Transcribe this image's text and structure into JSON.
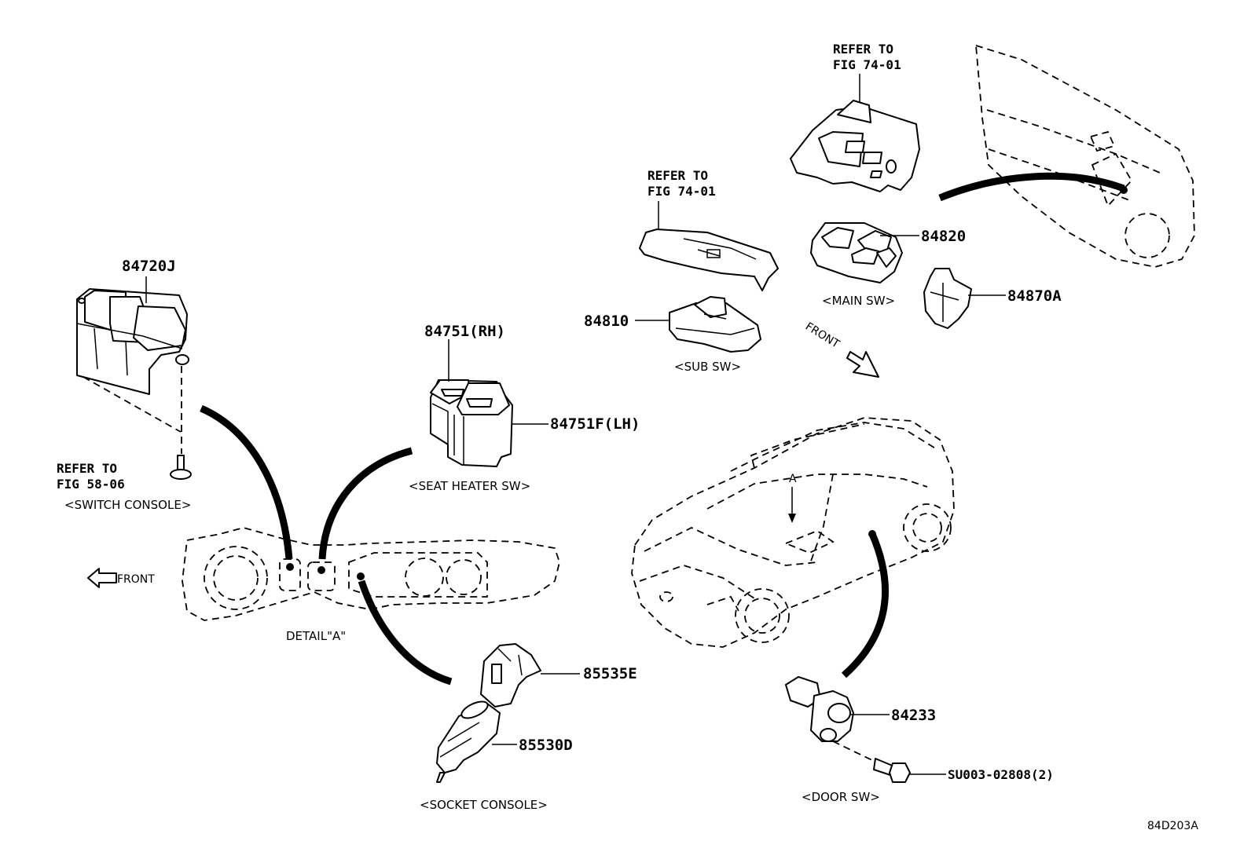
{
  "parts": {
    "p84720J": "84720J",
    "p84751RH": "84751(RH)",
    "p84751FLH": "84751F(LH)",
    "p84810": "84810",
    "p84820": "84820",
    "p84870A": "84870A",
    "p85535E": "85535E",
    "p85530D": "85530D",
    "p84233": "84233",
    "pSU003": "SU003-02808(2)"
  },
  "refs": {
    "r1_line1": "REFER TO",
    "r1_line2": "FIG 74-01",
    "r2_line1": "REFER TO",
    "r2_line2": "FIG 74-01",
    "r3_line1": "REFER TO",
    "r3_line2": "FIG 58-06"
  },
  "captions": {
    "switch_console": "<SWITCH CONSOLE>",
    "seat_heater_sw": "<SEAT HEATER SW>",
    "sub_sw": "<SUB SW>",
    "main_sw": "<MAIN SW>",
    "socket_console": "<SOCKET CONSOLE>",
    "door_sw": "<DOOR SW>",
    "detail_a": "DETAIL\"A\"",
    "front_left": "FRONT",
    "front_right": "FRONT",
    "view_a": "A",
    "diagram_id": "84D203A"
  }
}
